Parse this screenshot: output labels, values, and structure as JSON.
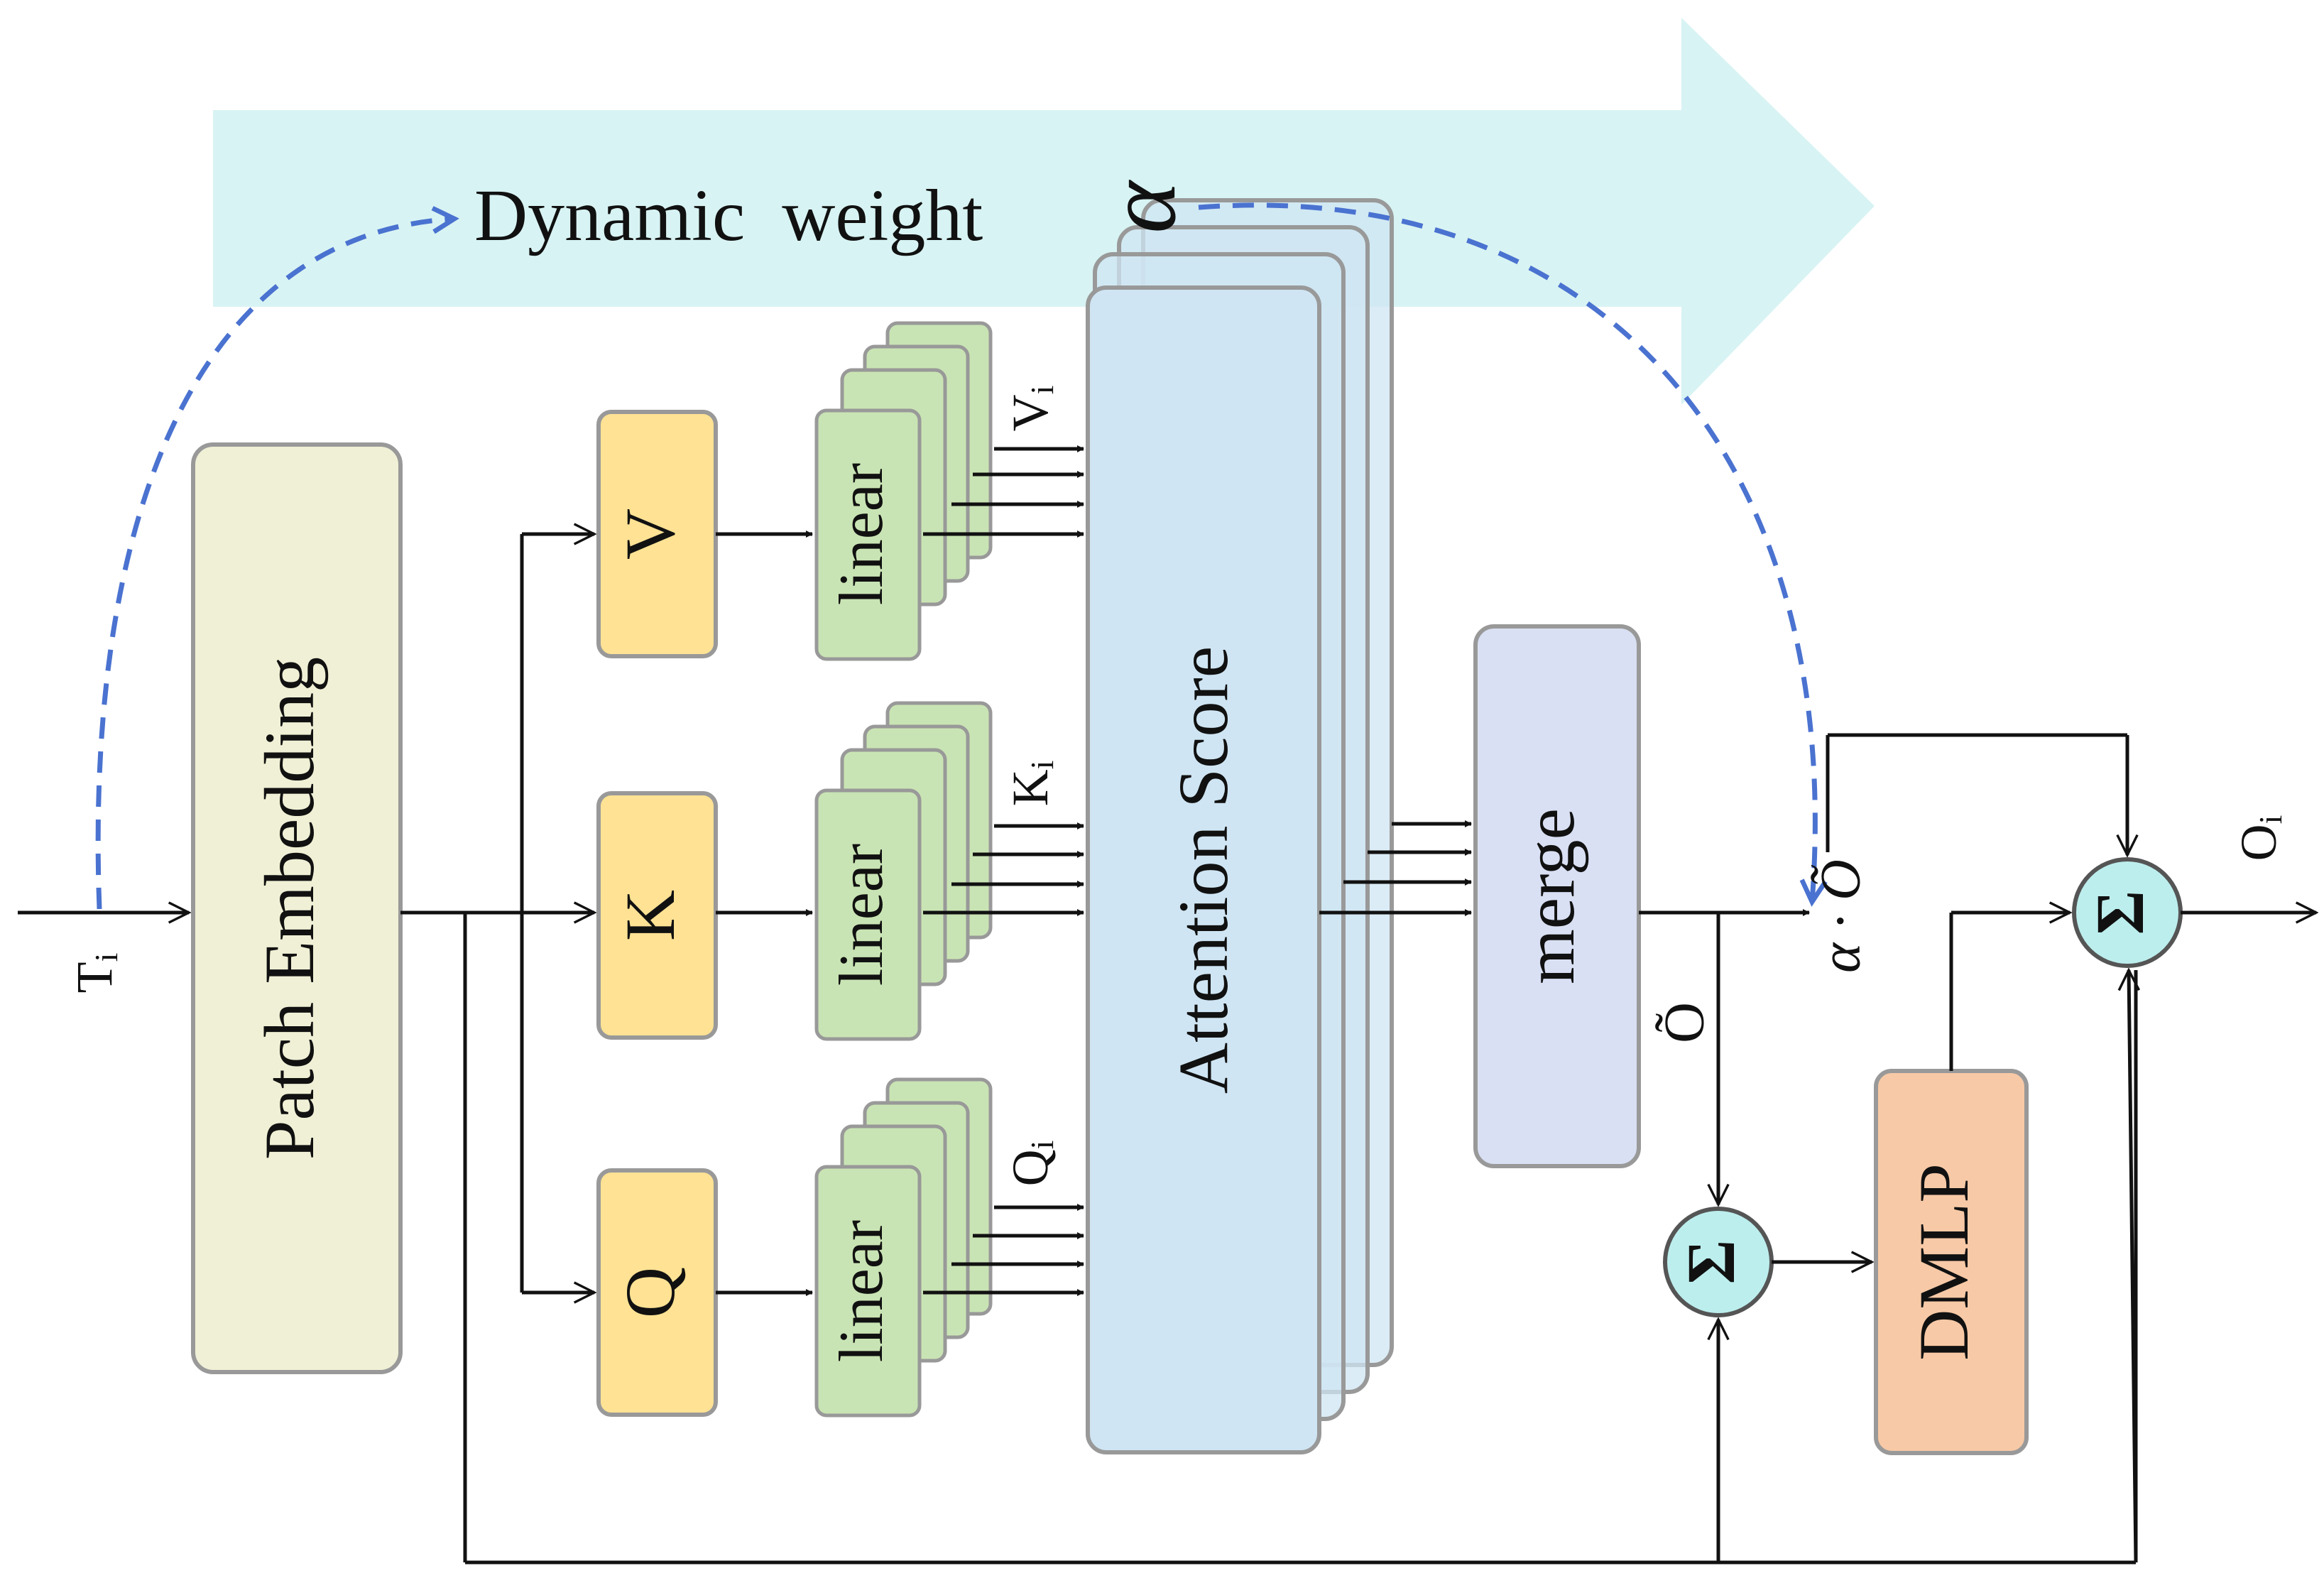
{
  "banner": {
    "label": "Dynamic  weight",
    "symbol": "α"
  },
  "input": {
    "label": "T",
    "sub": "i"
  },
  "output": {
    "label": "O",
    "sub": "i"
  },
  "blocks": {
    "patch_embedding": "Patch Embedding",
    "v": "V",
    "k": "K",
    "q": "Q",
    "attention": "Attention Score",
    "merge": "merge",
    "dmlp": "DMLP"
  },
  "linear_label": "linear",
  "head_labels": {
    "v": {
      "text": "V",
      "sub": "i"
    },
    "k": {
      "text": "K",
      "sub": "i"
    },
    "q": {
      "text": "Q",
      "sub": "i"
    }
  },
  "otilde": {
    "label": "Õ"
  },
  "alpha_otilde": {
    "label": "α · Õ"
  },
  "sum_symbol": "Σ",
  "colors": {
    "banner": "#d8f3f3",
    "patch": "#f0f0d6",
    "vkq": "#ffe294",
    "linear": "#c9e4b4",
    "attention": "#cfe5f3",
    "merge": "#d9e0f3",
    "dmlp": "#f7c9a6",
    "sum": "#bdeeee",
    "dash": "#4a72d0",
    "border": "#999999"
  }
}
